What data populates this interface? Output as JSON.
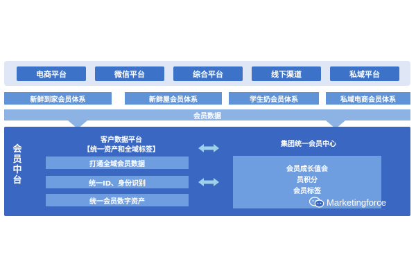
{
  "platforms": [
    "电商平台",
    "微信平台",
    "综合平台",
    "线下渠道",
    "私域平台"
  ],
  "member_systems": [
    "新鲜到家会员体系",
    "新鲜屋会员体系",
    "学生奶会员体系",
    "私域电商会员体系"
  ],
  "member_data": "会员数据",
  "center": {
    "title_chars": [
      "会",
      "员",
      "中",
      "台"
    ],
    "left_heading": [
      "客户数据平台",
      "【统一资产和全域标签】"
    ],
    "left_items": [
      "打通全域会员数据",
      "统一ID、身份识别",
      "统一会员数字资产"
    ],
    "right_heading": "集团统一会员中心",
    "right_items": [
      "会员成长值会",
      "员积分",
      "会员标签"
    ]
  },
  "watermark": {
    "text": "Marketingforce",
    "icon": "wechat-icon"
  },
  "colors": {
    "primary": "#3d72c9",
    "panel": "#3a67c2",
    "light": "#8db3e5",
    "arrow": "#9fd0ea"
  }
}
